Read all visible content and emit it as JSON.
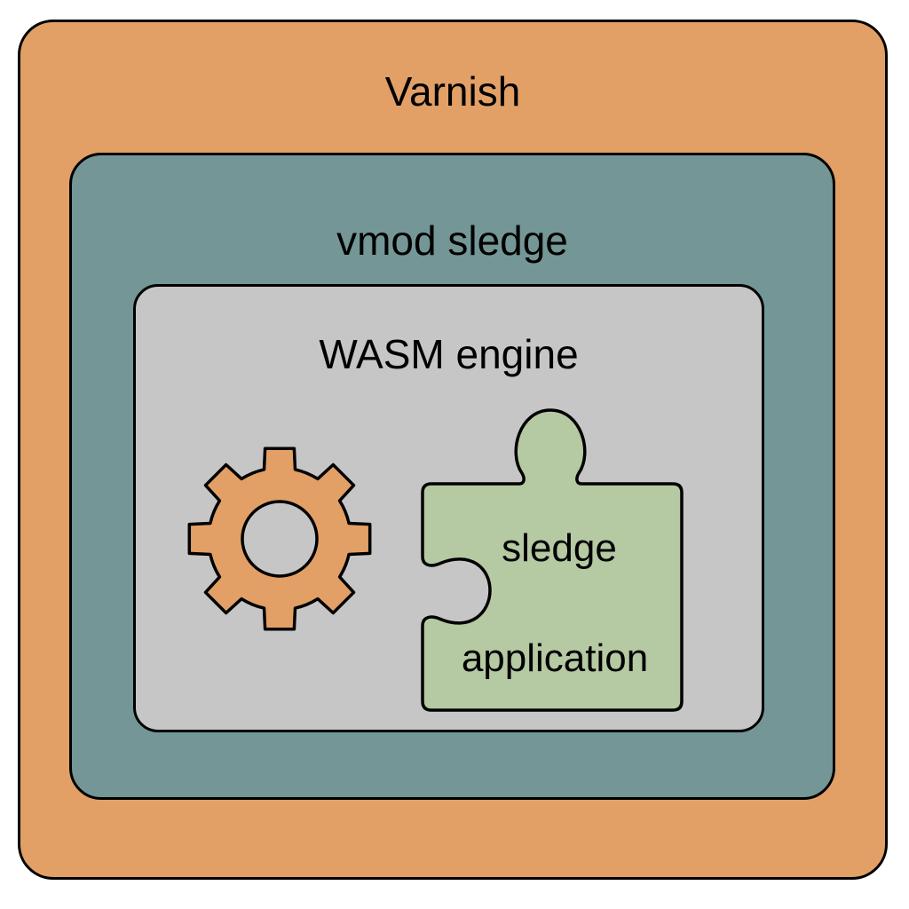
{
  "diagram": {
    "layers": [
      {
        "id": "varnish",
        "label": "Varnish",
        "color": "#E2A066"
      },
      {
        "id": "vmod",
        "label": "vmod sledge",
        "color": "#749696"
      },
      {
        "id": "wasm",
        "label": "WASM engine",
        "color": "#C6C6C6"
      }
    ],
    "gear": {
      "icon": "gear-icon",
      "color": "#E2A066"
    },
    "puzzle": {
      "icon": "puzzle-piece-icon",
      "color": "#B5C9A2",
      "label_line1": "sledge",
      "label_line2": "application"
    },
    "outline_color": "#000000"
  }
}
